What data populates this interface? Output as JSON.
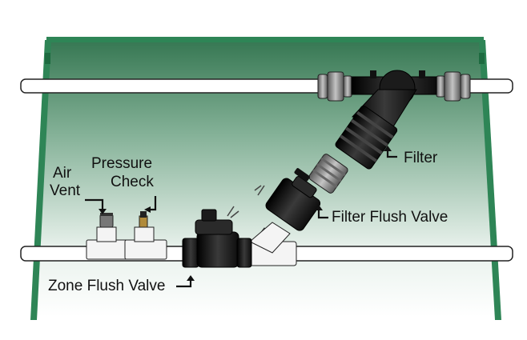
{
  "labels": {
    "air_vent_line1": "Air",
    "air_vent_line2": "Vent",
    "pressure_check_line1": "Pressure",
    "pressure_check_line2": "Check",
    "filter": "Filter",
    "filter_flush_valve": "Filter Flush Valve",
    "zone_flush_valve": "Zone Flush Valve"
  },
  "colors": {
    "box_green": "#2e8556",
    "box_glass_top": "#1f5c3b",
    "box_glass_bottom": "#ffffff",
    "pipe": "#ffffff",
    "pipe_outline": "#222222",
    "fitting_black": "#1b1b1b",
    "union_grey": "#8a8a8a",
    "pvc_white": "#f4f4f4"
  }
}
